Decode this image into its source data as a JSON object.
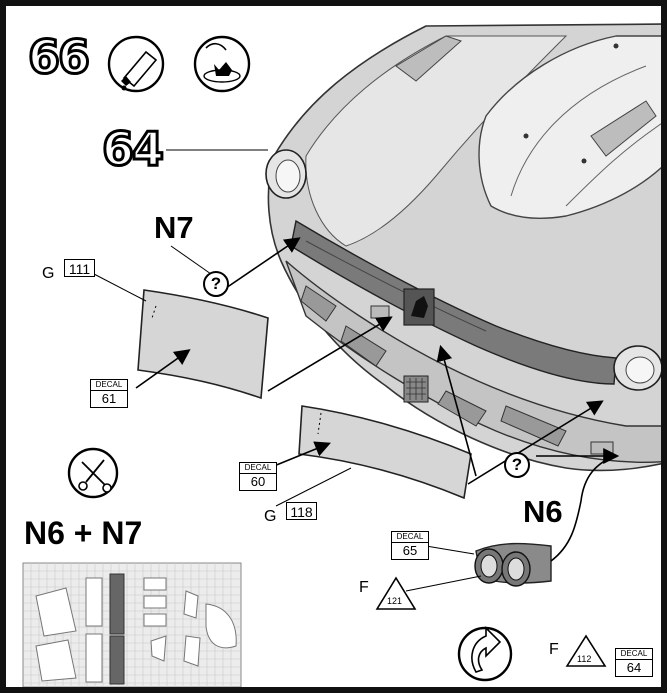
{
  "step_number": "66",
  "part_number": "64",
  "callouts": {
    "n7": "N7",
    "n6": "N6",
    "n6_n7": "N6 + N7",
    "question": "?"
  },
  "labels": {
    "g111_letter": "G",
    "g111_num": "111",
    "g118_letter": "G",
    "g118_num": "118",
    "f121_letter": "F",
    "f121_num": "121",
    "f112_letter": "F",
    "f112_num": "112"
  },
  "decals": [
    {
      "top": "DECAL",
      "num": "61"
    },
    {
      "top": "DECAL",
      "num": "60"
    },
    {
      "top": "DECAL",
      "num": "65"
    },
    {
      "top": "DECAL",
      "num": "64"
    }
  ],
  "icons": {
    "glue": "glue-tube-icon",
    "water": "decal-water-icon",
    "scissors": "scissors-icon",
    "rotate": "rotate-arrow-icon"
  }
}
